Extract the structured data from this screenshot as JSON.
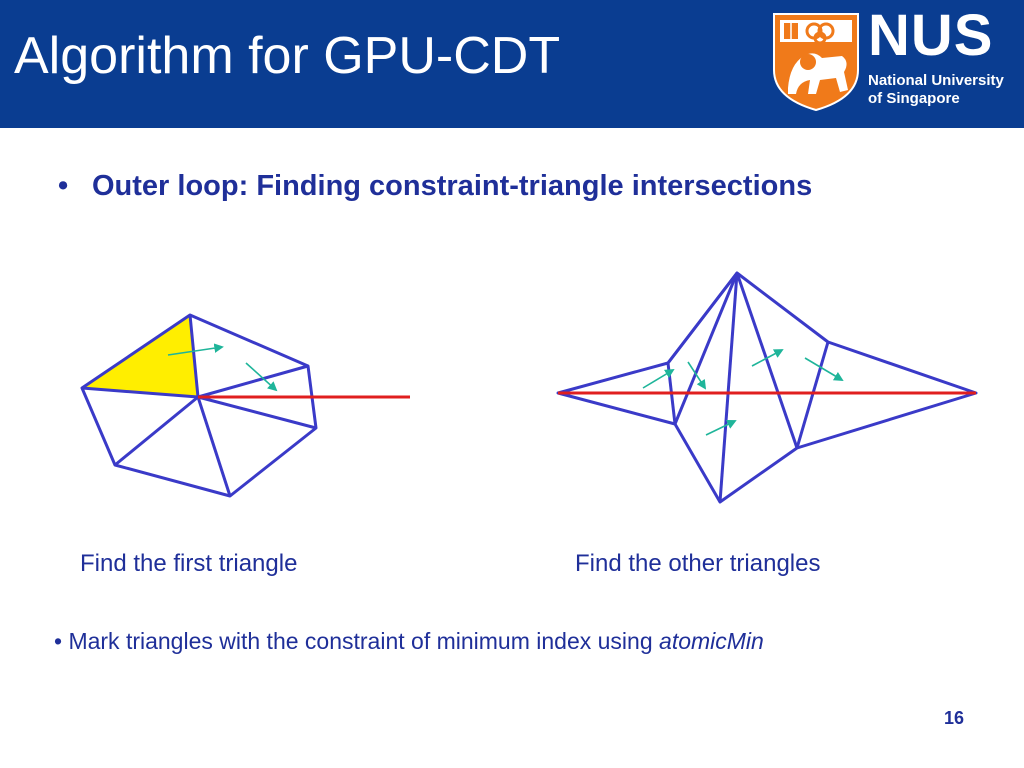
{
  "header": {
    "title": "Algorithm for GPU-CDT",
    "background_color": "#0a3d91"
  },
  "logo": {
    "wordmark": "NUS",
    "line1": "National University",
    "line2": "of Singapore",
    "crest_colors": [
      "#f07a1a",
      "#ffffff"
    ]
  },
  "bullets": {
    "outer_loop_marker": "•",
    "outer_loop": "Outer loop: Finding constraint-triangle intersections",
    "mark_prefix": "• Mark triangles with the constraint of minimum index using ",
    "mark_emphasis": "atomicMin"
  },
  "captions": {
    "left": "Find the first triangle",
    "right": "Find the other triangles"
  },
  "page_number": "16",
  "colors": {
    "edge": "#3a3ac8",
    "constraint": "#e01f1f",
    "highlight": "#ffee00",
    "arrow": "#1fb59a",
    "text": "#1f2f99"
  }
}
